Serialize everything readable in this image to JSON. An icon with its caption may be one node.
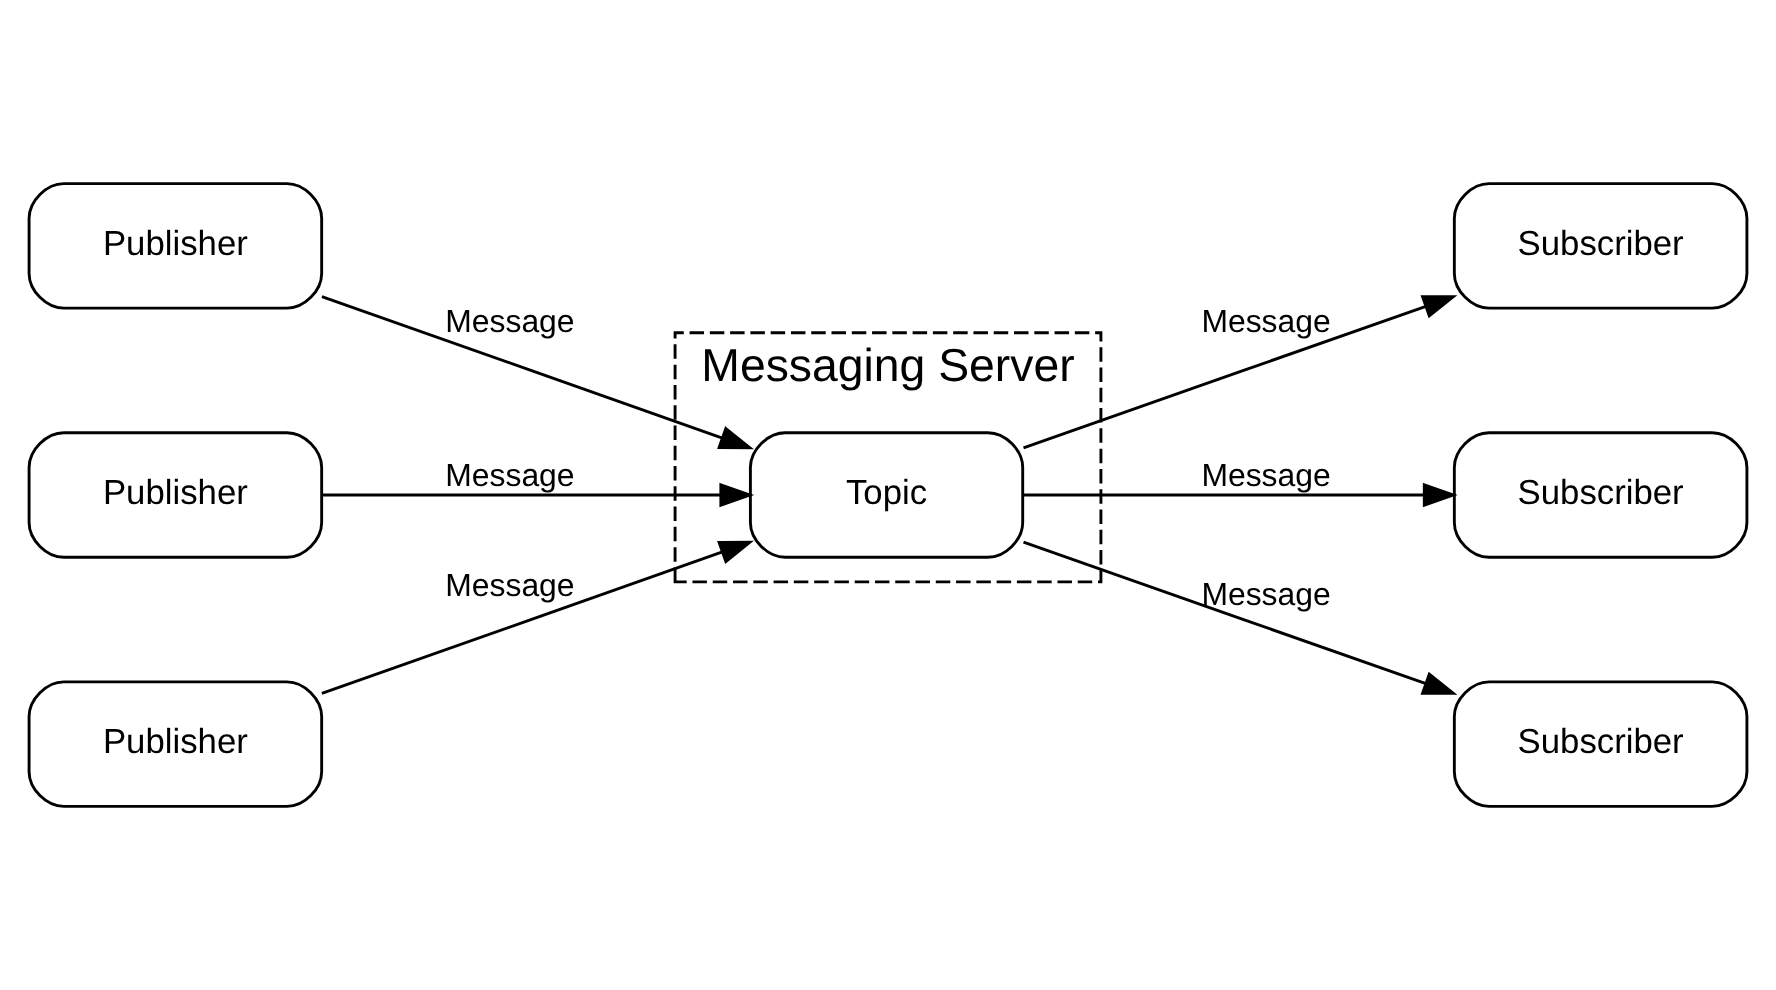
{
  "diagram": {
    "nodes": [
      {
        "text": [
          "Messaging Server"
        ]
      },
      {
        "text": [
          "Publisher"
        ]
      },
      {
        "text": [
          "Publisher"
        ]
      },
      {
        "text": [
          "Publisher"
        ]
      },
      {
        "text": [
          "Topic"
        ],
        "in": 0
      },
      {
        "text": [
          "Subscriber"
        ]
      },
      {
        "text": [
          "Subscriber"
        ]
      },
      {
        "text": [
          "Subscriber"
        ]
      }
    ],
    "edges": [
      {
        "from": 1,
        "to": 4,
        "arrow": "to",
        "label": "Message"
      },
      {
        "from": 2,
        "to": 4,
        "arrow": "to",
        "label": "Message"
      },
      {
        "from": 3,
        "to": 4,
        "arrow": "to",
        "label": "Message"
      },
      {
        "from": 4,
        "to": 5,
        "arrow": "to",
        "label": "Message"
      },
      {
        "from": 4,
        "to": 6,
        "arrow": "to",
        "label": "Message"
      },
      {
        "from": 4,
        "to": 7,
        "arrow": "to",
        "label": "Message"
      }
    ]
  }
}
